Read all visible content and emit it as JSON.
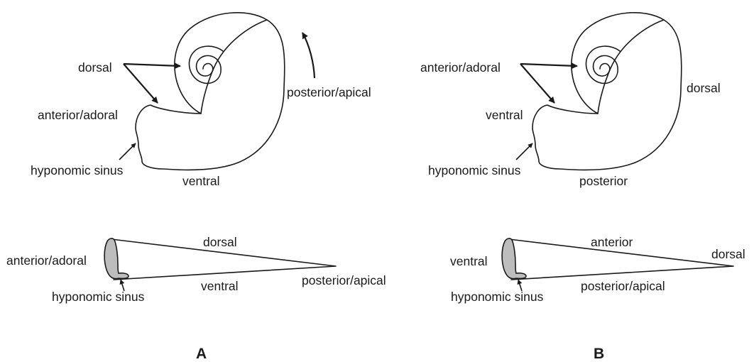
{
  "panel_a": {
    "caption": "A",
    "coiled": {
      "dorsal": "dorsal",
      "anterior": "anterior/adoral",
      "posterior": "posterior/apical",
      "sinus": "hyponomic sinus",
      "ventral": "ventral"
    },
    "cone": {
      "dorsal": "dorsal",
      "anterior": "anterior/adoral",
      "posterior": "posterior/apical",
      "sinus": "hyponomic sinus",
      "ventral": "ventral"
    }
  },
  "panel_b": {
    "caption": "B",
    "coiled": {
      "anterior": "anterior/adoral",
      "dorsal": "dorsal",
      "ventral": "ventral",
      "sinus": "hyponomic sinus",
      "posterior": "posterior"
    },
    "cone": {
      "anterior": "anterior",
      "dorsal": "dorsal",
      "ventral": "ventral",
      "sinus": "hyponomic sinus",
      "posterior": "posterior/apical"
    }
  }
}
